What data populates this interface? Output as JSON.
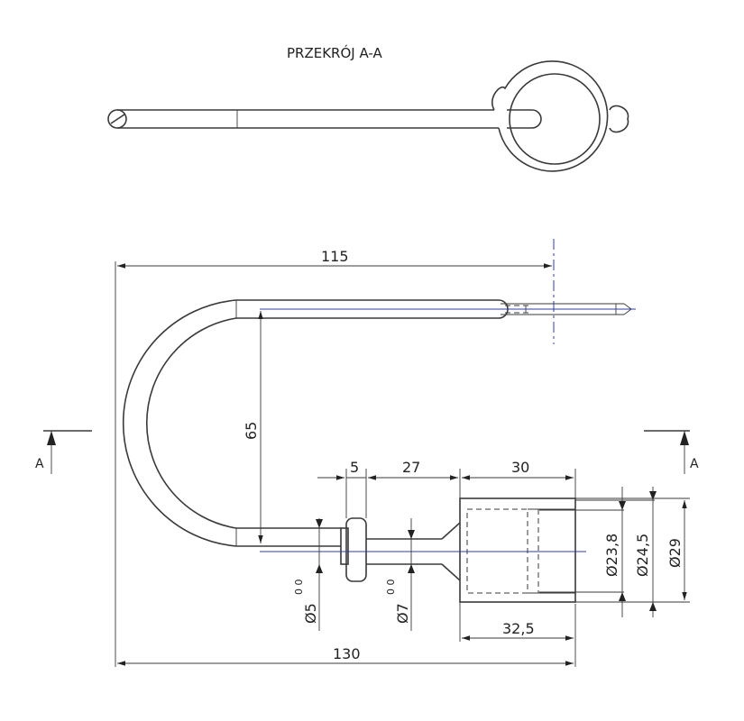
{
  "section_title": "PRZEKRÓJ A-A",
  "section_markers": {
    "left": "A",
    "right": "A"
  },
  "dimensions": {
    "overall_upper": "115",
    "overall_lower": "130",
    "bend_height": "65",
    "collar_width": "5",
    "shaft_length": "27",
    "cap_length": "30",
    "cap_total": "32,5",
    "dia_bore": "Ø23,8",
    "dia_recess": "Ø24,5",
    "dia_outer": "Ø29",
    "dia_pin": "Ø5",
    "dia_pin_tol": "0 0",
    "dia_shaft": "Ø7",
    "dia_shaft_tol": "0 0"
  },
  "colors": {
    "line": "#3a3a3a",
    "centerline": "#2c3ea8"
  }
}
